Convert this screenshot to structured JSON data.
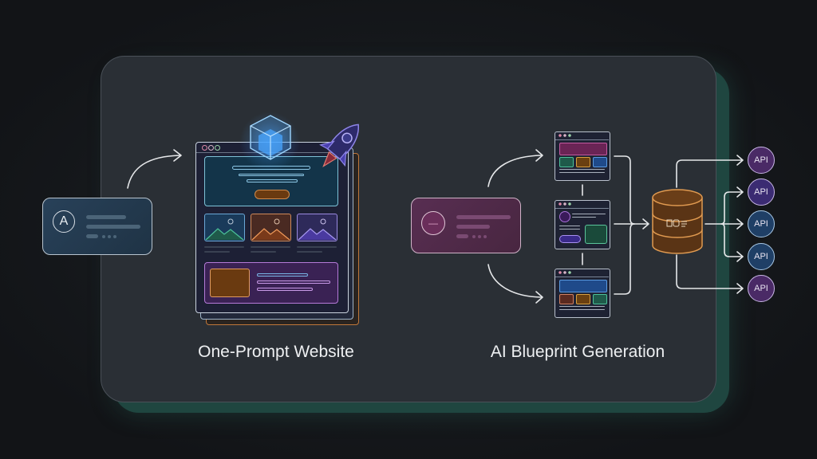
{
  "sections": {
    "left": {
      "label": "One-Prompt Website"
    },
    "right": {
      "label": "AI Blueprint Generation"
    }
  },
  "prompt_card": {
    "avatar_letter": "A"
  },
  "blueprint_card": {
    "avatar_symbol": "—"
  },
  "api_nodes": [
    {
      "label": "API",
      "color": "#4a2a66"
    },
    {
      "label": "API",
      "color": "#3b2b72"
    },
    {
      "label": "API",
      "color": "#1f3f66"
    },
    {
      "label": "API",
      "color": "#1f3f66"
    },
    {
      "label": "API",
      "color": "#4a2a66"
    }
  ],
  "colors": {
    "panel": "#2a2f35",
    "panel_glow": "#1f4640",
    "prompt_card": "#23394d",
    "blueprint_card": "#4e2a48",
    "database": "#5a3415",
    "cube": "#4aa6ff"
  }
}
